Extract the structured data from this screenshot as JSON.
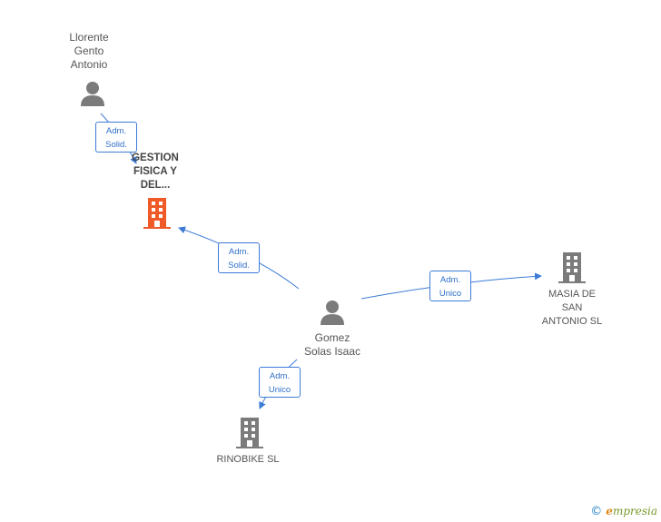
{
  "nodes": {
    "llorente": {
      "label": "Llorente\nGento\nAntonio",
      "type": "person"
    },
    "gestion": {
      "label": "GESTION\nFISICA Y\nDEL...",
      "type": "company-focus"
    },
    "gomez": {
      "label": "Gomez\nSolas Isaac",
      "type": "person"
    },
    "masia": {
      "label": "MASIA DE\nSAN\nANTONIO SL",
      "type": "company"
    },
    "rinobike": {
      "label": "RINOBIKE SL",
      "type": "company"
    }
  },
  "edges": {
    "llorente_gestion": {
      "line1": "Adm.",
      "line2": "Solid."
    },
    "gomez_gestion": {
      "line1": "Adm.",
      "line2": "Solid."
    },
    "gomez_masia": {
      "line1": "Adm.",
      "line2": "Unico"
    },
    "gomez_rinobike": {
      "line1": "Adm.",
      "line2": "Unico"
    }
  },
  "brand": {
    "copyright": "©",
    "name_initial": "e",
    "name_rest": "mpresia"
  },
  "colors": {
    "edge": "#3d7bd6",
    "person": "#7b7b7b",
    "company": "#7b7b7b",
    "focus": "#f05a28"
  }
}
